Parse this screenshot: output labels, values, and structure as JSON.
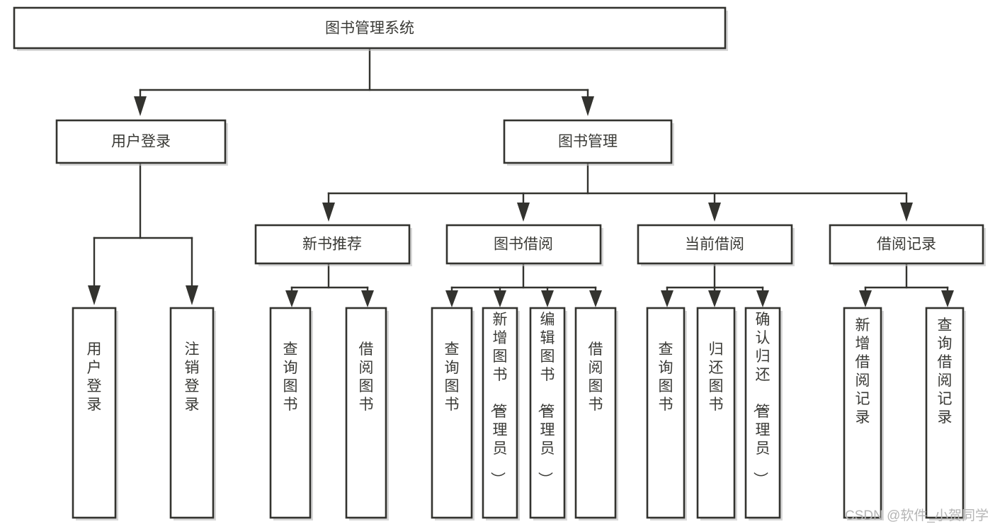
{
  "diagram": {
    "title": "图书管理系统",
    "type": "tree-hierarchy",
    "watermark": "CSDN @软件_小贺同学",
    "colors": {
      "box_stroke": "#33332f",
      "box_fill": "#ffffff",
      "connector": "#33332f",
      "text": "#3a3a36",
      "watermark": "#b5b5b5",
      "background": "#ffffff"
    }
  },
  "nodes": {
    "root": {
      "label": "图书管理系统",
      "level": 0
    },
    "level1": [
      {
        "id": "user-login",
        "label": "用户登录"
      },
      {
        "id": "book-manage",
        "label": "图书管理"
      }
    ],
    "level2": [
      {
        "id": "new-book-recommend",
        "label": "新书推荐",
        "parent": "book-manage"
      },
      {
        "id": "book-borrow",
        "label": "图书借阅",
        "parent": "book-manage"
      },
      {
        "id": "current-borrow",
        "label": "当前借阅",
        "parent": "book-manage"
      },
      {
        "id": "borrow-record",
        "label": "借阅记录",
        "parent": "book-manage"
      }
    ],
    "leaves": [
      {
        "id": "leaf-user-login",
        "label": "用户登录",
        "parent": "user-login"
      },
      {
        "id": "leaf-logout",
        "label": "注销登录",
        "parent": "user-login"
      },
      {
        "id": "leaf-query-book-1",
        "label": "查询图书",
        "parent": "new-book-recommend"
      },
      {
        "id": "leaf-borrow-book-1",
        "label": "借阅图书",
        "parent": "new-book-recommend"
      },
      {
        "id": "leaf-query-book-2",
        "label": "查询图书",
        "parent": "book-borrow"
      },
      {
        "id": "leaf-add-book",
        "label": "新增图书（管理员）",
        "parent": "book-borrow"
      },
      {
        "id": "leaf-edit-book",
        "label": "编辑图书（管理员）",
        "parent": "book-borrow"
      },
      {
        "id": "leaf-borrow-book-2",
        "label": "借阅图书",
        "parent": "book-borrow"
      },
      {
        "id": "leaf-query-book-3",
        "label": "查询图书",
        "parent": "current-borrow"
      },
      {
        "id": "leaf-return-book",
        "label": "归还图书",
        "parent": "current-borrow"
      },
      {
        "id": "leaf-confirm-return",
        "label": "确认归还（管理员）",
        "parent": "current-borrow"
      },
      {
        "id": "leaf-add-record",
        "label": "新增借阅记录",
        "parent": "borrow-record"
      },
      {
        "id": "leaf-query-record",
        "label": "查询借阅记录",
        "parent": "borrow-record"
      }
    ]
  }
}
